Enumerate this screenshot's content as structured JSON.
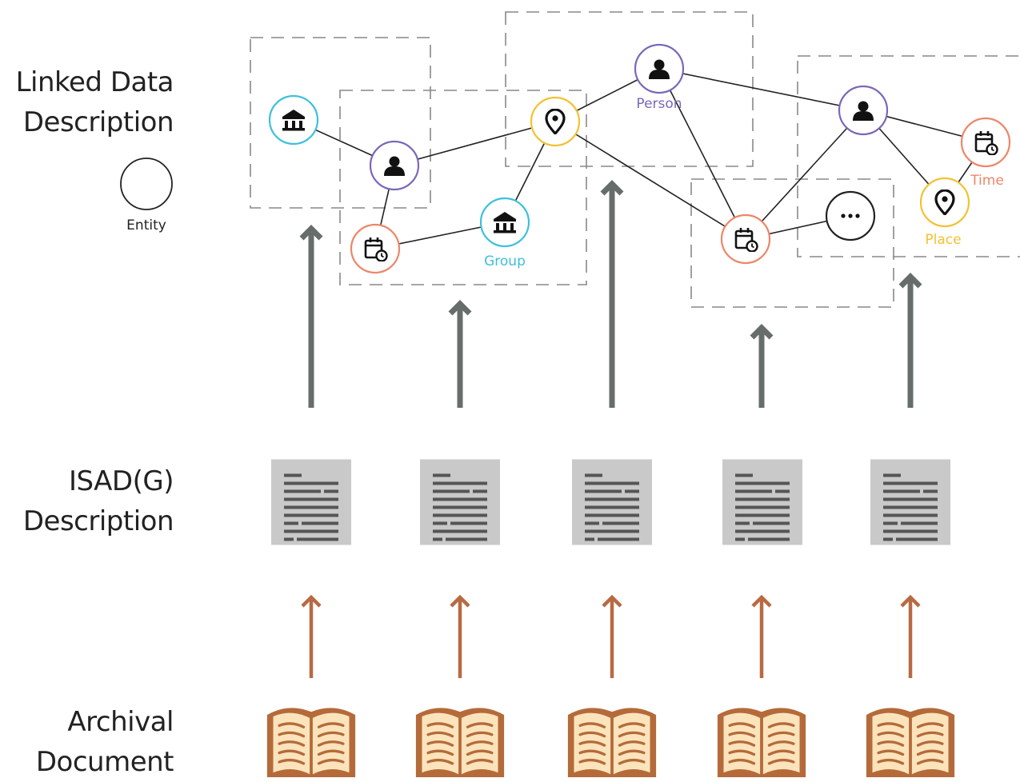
{
  "row_labels": {
    "linked_data": [
      "Linked Data",
      "Description"
    ],
    "isad": [
      "ISAD(G)",
      "Description"
    ],
    "archival": [
      "Archival",
      "Document"
    ]
  },
  "legend": {
    "entity_label": "Entity"
  },
  "entity_labels": {
    "person": "Person",
    "group": "Group",
    "place": "Place",
    "time": "Time"
  },
  "colors": {
    "person": "#7b68b8",
    "group": "#3ec0db",
    "place": "#f2c233",
    "time": "#ee8668",
    "other": "#222222",
    "grey_arrow": "#666d6b",
    "brown_arrow": "#b86a43",
    "document": "#c9c9c9",
    "book_page": "#fbe4bc",
    "book_cover": "#b56a3a"
  },
  "icons": {
    "person": "person-icon",
    "group": "institution-icon",
    "place": "location-pin-icon",
    "time": "calendar-clock-icon",
    "other": "ellipsis-icon"
  }
}
